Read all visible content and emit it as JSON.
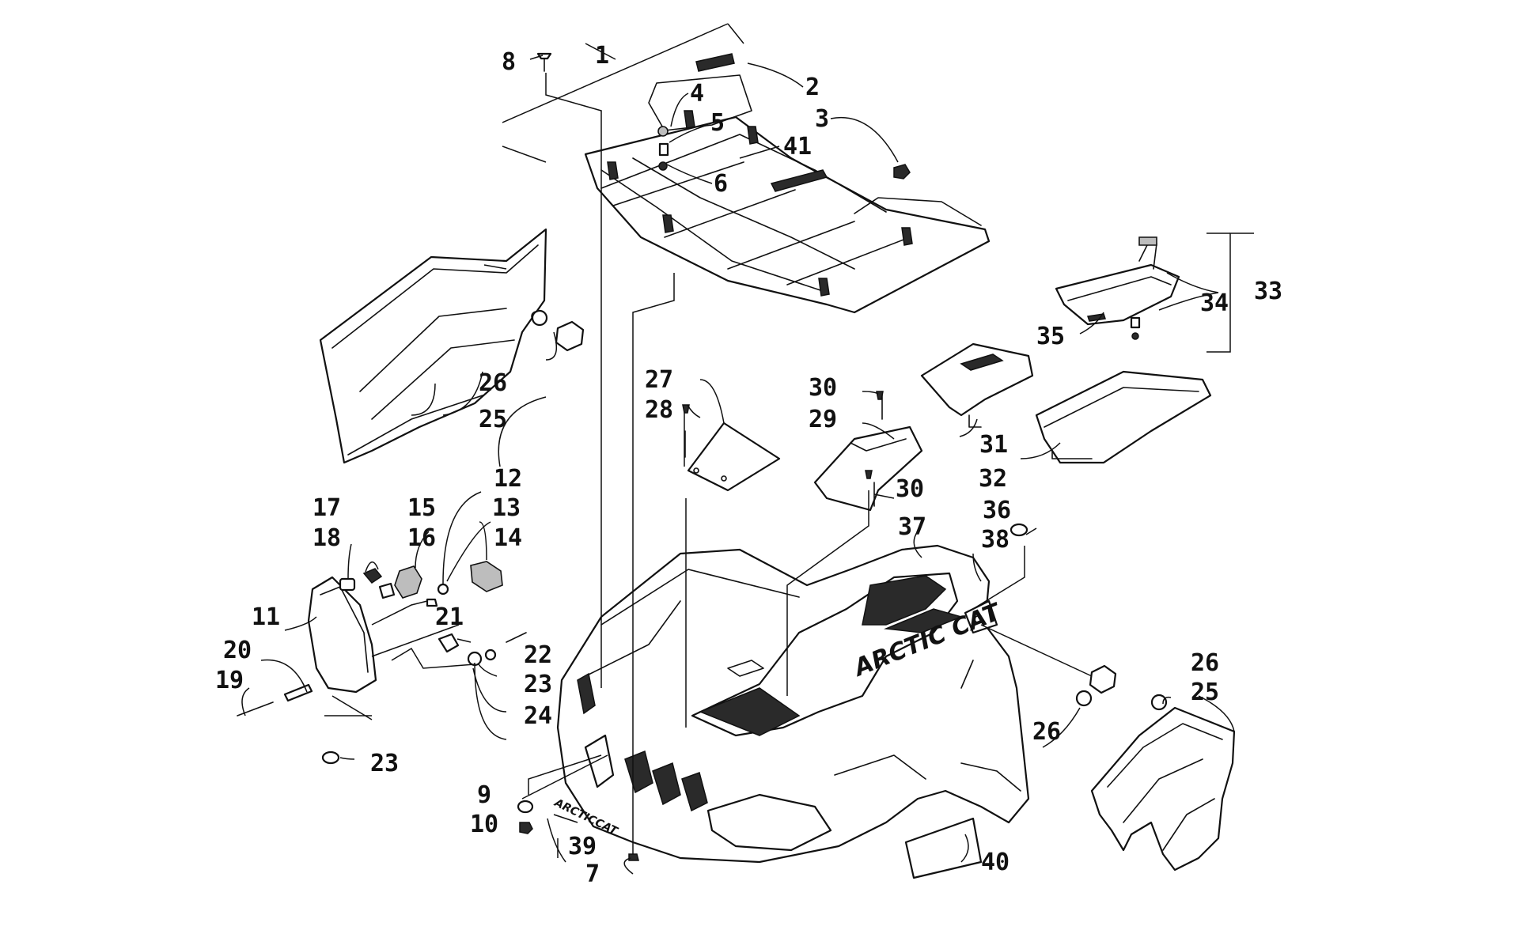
{
  "diagram": {
    "callouts": [
      "1",
      "2",
      "3",
      "4",
      "5",
      "6",
      "7",
      "8",
      "9",
      "10",
      "11",
      "12",
      "13",
      "14",
      "15",
      "16",
      "17",
      "18",
      "19",
      "20",
      "21",
      "22",
      "23",
      "23",
      "24",
      "25",
      "25",
      "26",
      "26",
      "26",
      "27",
      "28",
      "29",
      "30",
      "30",
      "31",
      "32",
      "33",
      "34",
      "35",
      "36",
      "37",
      "38",
      "39",
      "40",
      "41"
    ],
    "decal_text": {
      "hood_logo": "ARCTIC CAT",
      "front_decal": "ARCTICCAT"
    }
  }
}
